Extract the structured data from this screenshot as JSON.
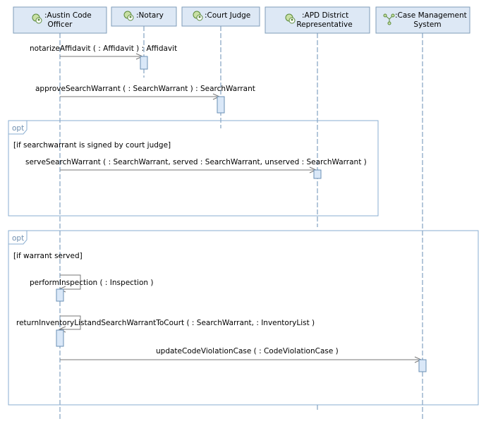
{
  "diagram": {
    "lifelines": [
      {
        "line1": ":Austin Code",
        "line2": "Officer",
        "icon": "actor-icon"
      },
      {
        "line1": ":Notary",
        "line2": "",
        "icon": "actor-icon"
      },
      {
        "line1": ":Court Judge",
        "line2": "",
        "icon": "actor-icon"
      },
      {
        "line1": ":APD District",
        "line2": "Representative",
        "icon": "actor-icon"
      },
      {
        "line1": ":Case Management",
        "line2": "System",
        "icon": "component-icon"
      }
    ],
    "messages": [
      {
        "text": "notarizeAffidavit (  : Affidavit ) : Affidavit"
      },
      {
        "text": "approveSearchWarrant (  : SearchWarrant ) : SearchWarrant"
      },
      {
        "text": "serveSearchWarrant (  : SearchWarrant, served : SearchWarrant, unserved : SearchWarrant )"
      },
      {
        "text": "performInspection (  : Inspection )"
      },
      {
        "text": "returnInventoryListandSearchWarrantToCourt (  : SearchWarrant,  : InventoryList )"
      },
      {
        "text": "updateCodeViolationCase (  : CodeViolationCase )"
      }
    ],
    "fragments": [
      {
        "operator": "opt",
        "guard": "[if searchwarrant is signed by court judge]"
      },
      {
        "operator": "opt",
        "guard": "[if warrant served]"
      }
    ],
    "colors": {
      "header_fill": "#dde8f5",
      "header_stroke": "#7f9db9",
      "activation_fill": "#dae8f8",
      "line": "#6a8fb5",
      "arrow": "#777777",
      "fragment_stroke": "#8aaed0"
    }
  }
}
